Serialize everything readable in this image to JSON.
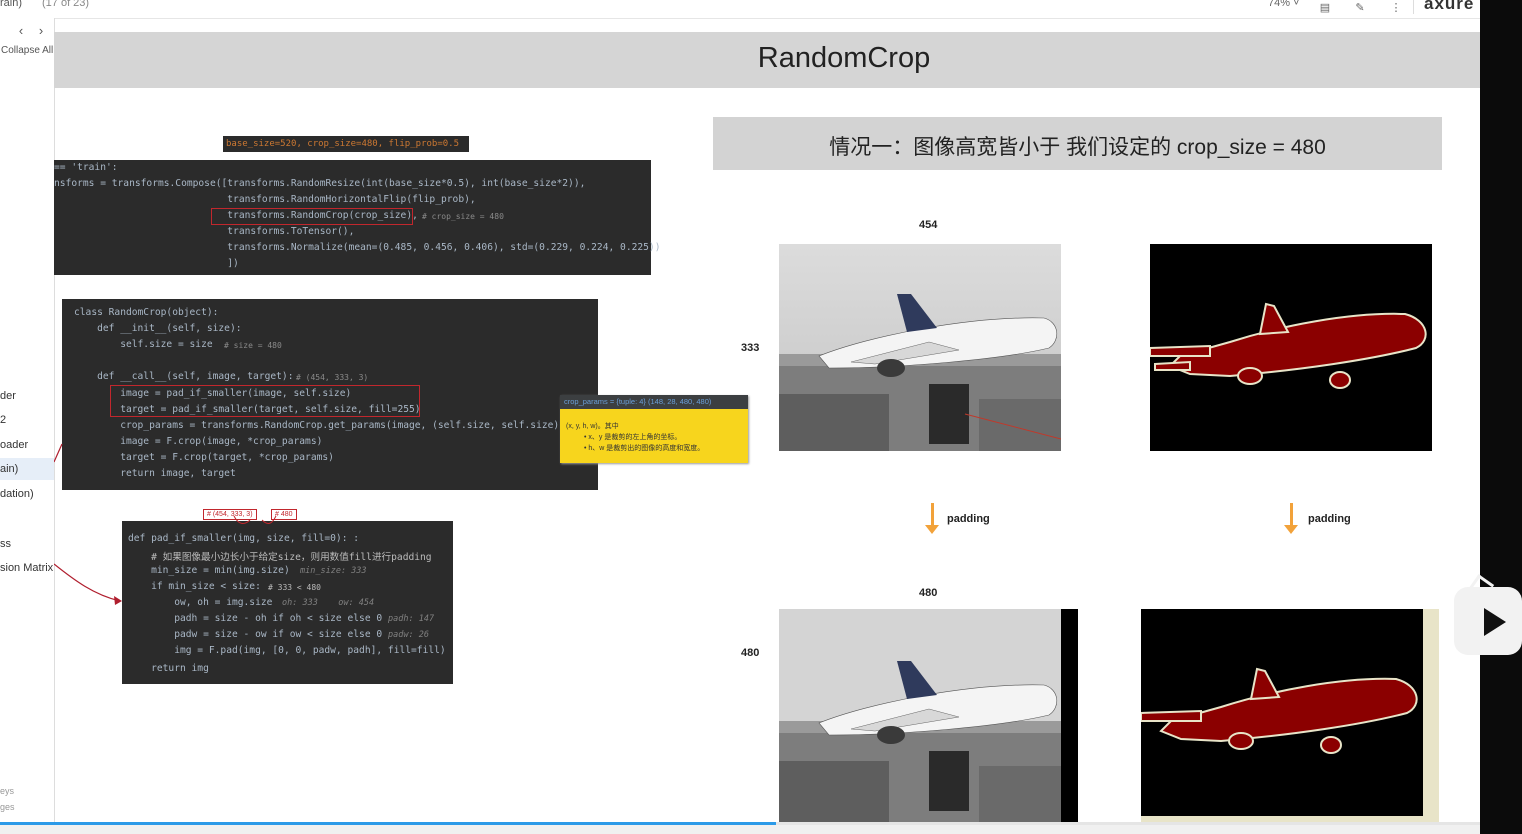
{
  "topbar": {
    "page_name": "rain)",
    "page_counter": "(17 of 23)",
    "zoom": "74%",
    "brand": "axure"
  },
  "sidebar": {
    "collapse_all": "Collapse All",
    "items": [
      "der",
      "2",
      "oader",
      "ain)",
      "dation)",
      "ss",
      "sion Matrix"
    ],
    "selected_index": 3,
    "bottom_items": [
      "eys",
      "ges"
    ]
  },
  "slide": {
    "title": "RandomCrop",
    "case_text": "情况一：图像高宽皆小于 我们设定的 crop_size = 480"
  },
  "code_config": {
    "label": "base_size=520, crop_size=480, flip_prob=0.5",
    "lines": [
      "== 'train':",
      "nsforms = transforms.Compose([transforms.RandomResize(int(base_size*0.5), int(base_size*2)),",
      "                              transforms.RandomHorizontalFlip(flip_prob),",
      "                              transforms.RandomCrop(crop_size),",
      "                              transforms.ToTensor(),",
      "                              transforms.Normalize(mean=(0.485, 0.456, 0.406), std=(0.229, 0.224, 0.225))",
      "                              ])"
    ],
    "comment": "# crop_size = 480"
  },
  "code_class": {
    "lines": [
      "class RandomCrop(object):",
      "    def __init__(self, size):",
      "        self.size = size",
      "",
      "    def __call__(self, image, target):",
      "        image = pad_if_smaller(image, self.size)",
      "        target = pad_if_smaller(target, self.size, fill=255)",
      "        crop_params = transforms.RandomCrop.get_params(image, (self.size, self.size))",
      "        image = F.crop(image, *crop_params)",
      "        target = F.crop(target, *crop_params)",
      "        return image, target"
    ],
    "comment_size": "# size = 480",
    "comment_call": "# (454, 333, 3)"
  },
  "tooltip": {
    "header": "crop_params = {tuple: 4} (148, 28, 480, 480)",
    "line1": "(x, y, h, w)。其中",
    "bullet1": "x、y 是裁剪的左上角的坐标。",
    "bullet2": "h、w 是裁剪出的图像的高度和宽度。"
  },
  "code_pad": {
    "badge1": "# (454, 333, 3)",
    "badge2": "# 480",
    "lines": [
      "def pad_if_smaller(img, size, fill=0): :",
      "    # 如果图像最小边长小于给定size，则用数值fill进行padding",
      "    min_size = min(img.size)",
      "    if min_size < size:",
      "        ow, oh = img.size",
      "        padh = size - oh if oh < size else 0",
      "        padw = size - ow if ow < size else 0",
      "        img = F.pad(img, [0, 0, padw, padh], fill=fill)",
      "    return img"
    ],
    "hint_min": "min_size: 333",
    "hint_cmp": "# 333 < 480",
    "hint_ow": "oh: 333    ow: 454",
    "hint_padh": "padh: 147",
    "hint_padw": "padw: 26"
  },
  "figure": {
    "top_width_label": "454",
    "top_height_label": "333",
    "bottom_width_label": "480",
    "bottom_height_label": "480",
    "padding_label": "padding"
  },
  "colors": {
    "mask_red": "#8b0000",
    "mask_border": "#e8e4c8",
    "arrow_orange": "#f2a23a",
    "progress_blue": "#2b9ae8"
  }
}
